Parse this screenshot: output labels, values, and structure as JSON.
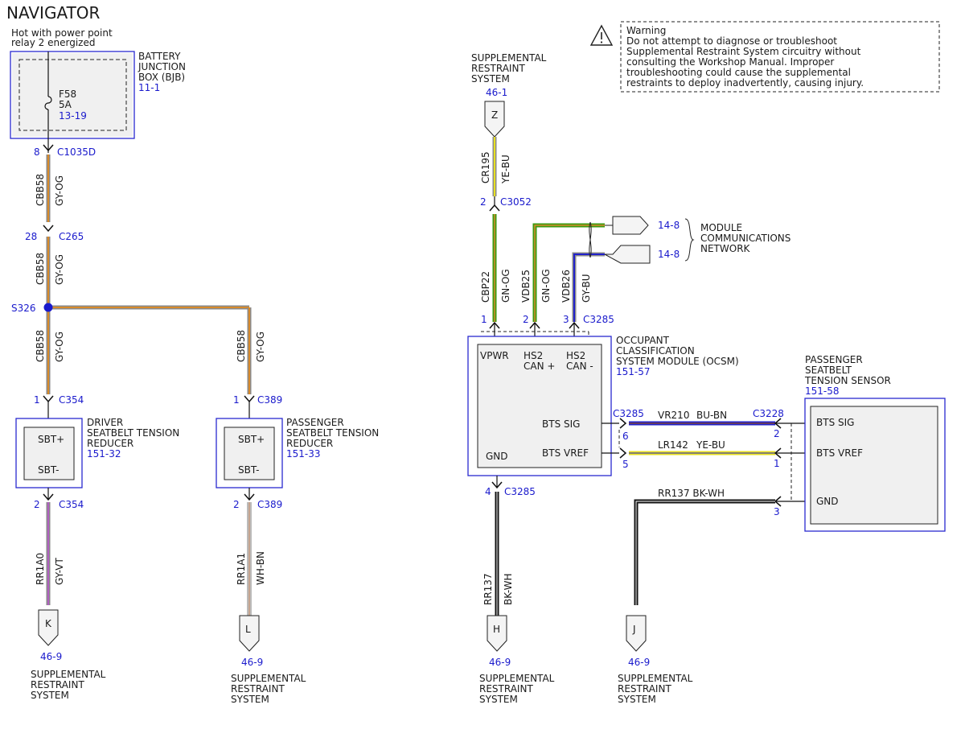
{
  "title": "NAVIGATOR",
  "hot_note": [
    "Hot with power point",
    "relay 2 energized"
  ],
  "warning": {
    "header": "Warning",
    "lines": [
      "Do not attempt to diagnose or troubleshoot",
      "Supplemental Restraint System circuitry without",
      "consulting the Workshop Manual. Improper",
      "troubleshooting could cause the supplemental",
      "restraints to deploy inadvertently, causing injury."
    ]
  },
  "bjb": {
    "name": [
      "BATTERY",
      "JUNCTION",
      "BOX (BJB)"
    ],
    "ref": "11-1",
    "fuse_id": "F58",
    "fuse_rating": "5A",
    "fuse_ref": "13-19",
    "pin": "8",
    "connector": "C1035D"
  },
  "wires": {
    "cbb58": "CBB58",
    "gy_og": "GY-OG",
    "rr1a0": "RR1A0",
    "gy_vt": "GY-VT",
    "rr1a1": "RR1A1",
    "wh_bn": "WH-BN",
    "cr195": "CR195",
    "ye_bu": "YE-BU",
    "cbp22": "CBP22",
    "gn_og": "GN-OG",
    "vdb25": "VDB25",
    "vdb26": "VDB26",
    "gy_bu": "GY-BU",
    "rr137": "RR137",
    "bk_wh": "BK-WH",
    "vr210": "VR210",
    "bu_bn": "BU-BN",
    "lr142": "LR142",
    "rr137_bk_wh": "RR137  BK-WH"
  },
  "c265": {
    "pin": "28",
    "name": "C265"
  },
  "splice": "S326",
  "c354": {
    "pin_top": "1",
    "pin_bot": "2",
    "name": "C354"
  },
  "c389": {
    "pin_top": "1",
    "pin_bot": "2",
    "name": "C389"
  },
  "driver": {
    "name": [
      "DRIVER",
      "SEATBELT TENSION",
      "REDUCER"
    ],
    "ref": "151-32",
    "pin1": "SBT+",
    "pin2": "SBT-"
  },
  "passenger_reducer": {
    "name": [
      "PASSENGER",
      "SEATBELT TENSION",
      "REDUCER"
    ],
    "ref": "151-33",
    "pin1": "SBT+",
    "pin2": "SBT-"
  },
  "srs_top": {
    "name": [
      "SUPPLEMENTAL",
      "RESTRAINT",
      "SYSTEM"
    ],
    "ref": "46-1",
    "letter": "Z"
  },
  "c3052": {
    "pin": "2",
    "name": "C3052"
  },
  "mcn": {
    "ref1": "14-8",
    "ref2": "14-8",
    "name": [
      "MODULE",
      "COMMUNICATIONS",
      "NETWORK"
    ]
  },
  "ocsm": {
    "name": [
      "OCCUPANT",
      "CLASSIFICATION",
      "SYSTEM MODULE (OCSM)"
    ],
    "ref": "151-57",
    "vpwr": "VPWR",
    "hs2p": [
      "HS2",
      "CAN +"
    ],
    "hs2m": [
      "HS2",
      "CAN -"
    ],
    "bts_sig": "BTS SIG",
    "bts_vref": "BTS VREF",
    "gnd": "GND",
    "pin1": "1",
    "pin2": "2",
    "pin3": "3",
    "conn_top": "C3285",
    "pin6": "6",
    "pin5": "5",
    "conn_right": "C3285",
    "pin4": "4",
    "conn_bot": "C3285"
  },
  "sensor": {
    "name": [
      "PASSENGER",
      "SEATBELT",
      "TENSION SENSOR"
    ],
    "ref": "151-58",
    "bts_sig": "BTS SIG",
    "bts_vref": "BTS VREF",
    "gnd": "GND",
    "conn": "C3228",
    "pin2": "2",
    "pin1": "1",
    "pin3": "3"
  },
  "srs_bottom": [
    {
      "letter": "K",
      "ref": "46-9",
      "name": [
        "SUPPLEMENTAL",
        "RESTRAINT",
        "SYSTEM"
      ]
    },
    {
      "letter": "L",
      "ref": "46-9",
      "name": [
        "SUPPLEMENTAL",
        "RESTRAINT",
        "SYSTEM"
      ]
    },
    {
      "letter": "H",
      "ref": "46-9",
      "name": [
        "SUPPLEMENTAL",
        "RESTRAINT",
        "SYSTEM"
      ]
    },
    {
      "letter": "J",
      "ref": "46-9",
      "name": [
        "SUPPLEMENTAL",
        "RESTRAINT",
        "SYSTEM"
      ]
    }
  ],
  "colors": {
    "gy": "#8a8a8a",
    "og": "#d88a2a",
    "vt": "#b060c0",
    "wh": "#ffffff",
    "bn": "#8b4a1e",
    "ye": "#e8e020",
    "bu": "#2222cc",
    "gn": "#3a9a10",
    "bk": "#111111",
    "box_blue": "#2a2ad0"
  }
}
